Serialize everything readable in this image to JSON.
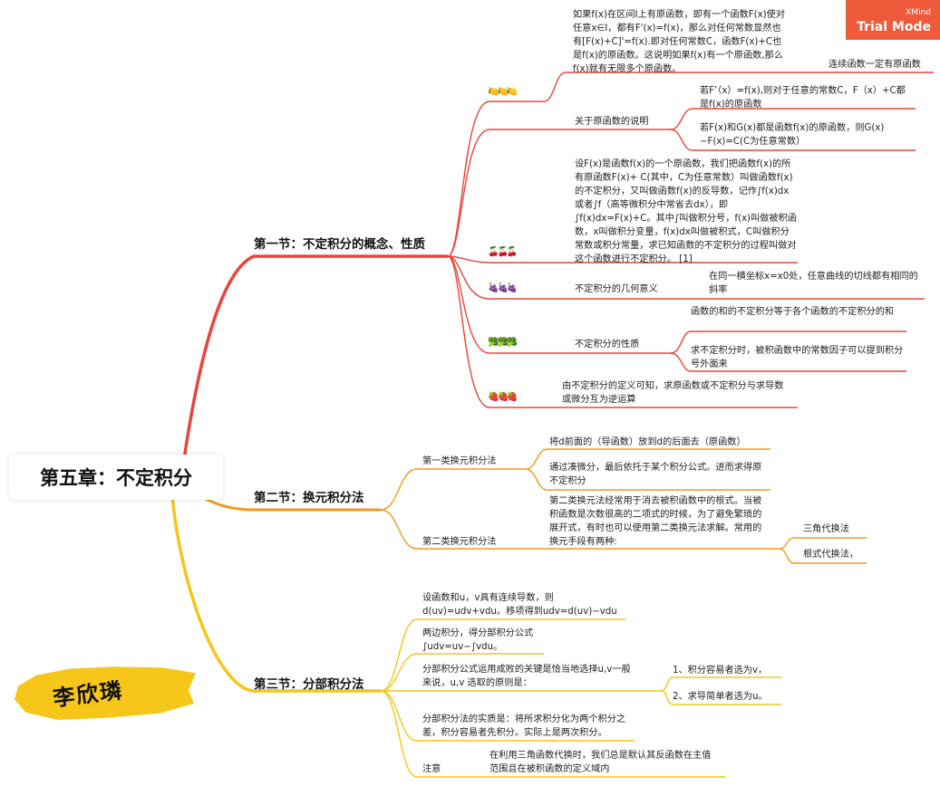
{
  "badge": {
    "brand": "XMind",
    "mode": "Trial Mode"
  },
  "root": "第五章：不定积分",
  "author": "李欣璘",
  "sections": [
    {
      "title": "第一节：不定积分的概念、性质",
      "items": [
        {
          "icon": "🍋🍋🍋",
          "text": "如果f(x)在区间I上有原函数，即有一个函数F(x)使对任意x∈I，都有F'(x)=f(x)，那么对任何常数显然也有[F(x)+C]'=f(x).即对任何常数C，函数F(x)+C也是f(x)的原函数。这说明如果f(x)有一个原函数,那么f(x)就有无限多个原函数。",
          "sub": "连续函数一定有原函数"
        },
        {
          "label": "关于原函数的说明",
          "subs": [
            "若F’（x）=f(x),则对于任意的常数C，F（x）+C都是f(x)的原函数",
            "若F(x)和G(x)都是函数f(x)的原函数，则G(x)−F(x)=C(C为任意常数）"
          ]
        },
        {
          "icon": "🍒🍒🍒",
          "text": " 设F(x)是函数f(x)的一个原函数，我们把函数f(x)的所有原函数F(x)+ C(其中，C为任意常数）叫做函数f(x)的不定积分，又叫做函数f(x)的反导数，记作∫f(x)dx或者∫f（高等微积分中常省去dx），即∫f(x)dx=F(x)+C。其中∫叫做积分号，f(x)叫做被积函数，x叫做积分变量，f(x)dx叫做被积式，C叫做积分常数或积分常量，求已知函数的不定积分的过程叫做对这个函数进行不定积分。 [1]"
        },
        {
          "icon": "🍇🍇🍇",
          "label": "不定积分的几何意义",
          "sub": "在同一横坐标x=x0处，任意曲线的切线都有相同的斜率"
        },
        {
          "icon": "🥦🥦🥦",
          "label": "不定积分的性质",
          "subs": [
            "函数的和的不定积分等于各个函数的不定积分的和",
            "求不定积分时，被积函数中的常数因子可以提到积分号外面来"
          ]
        },
        {
          "icon": "🍓🍓🍓",
          "text": "由不定积分的定义可知，求原函数或不定积分与求导数或微分互为逆运算"
        }
      ]
    },
    {
      "title": "第二节：换元积分法",
      "items": [
        {
          "label": "第一类换元积分法",
          "subs": [
            "将d前面的（导函数）放到d的后面去（原函数）",
            "通过凑微分，最后依托于某个积分公式。进而求得原不定积分"
          ]
        },
        {
          "label": "第二类换元积分法",
          "text": "第二类换元法经常用于消去被积函数中的根式。当被积函数是次数很高的二项式的时候，为了避免繁琐的展开式，有时也可以使用第二类换元法求解。常用的换元手段有两种:",
          "subs": [
            "三角代换法",
            "根式代换法，"
          ]
        }
      ]
    },
    {
      "title": "第三节：分部积分法",
      "items": [
        {
          "text": "设函数和u，v具有连续导数，则d(uv)=udv+vdu。移项得到udv=d(uv)−vdu"
        },
        {
          "text": "两边积分，得分部积分公式∫udv=uv−∫vdu。"
        },
        {
          "text": "分部积分公式运用成败的关键是恰当地选择u,v一般来说，u,v 选取的原则是：",
          "subs": [
            "1、积分容易者选为v，",
            "2、求导简单者选为u。"
          ]
        },
        {
          "text": "分部积分法的实质是：将所求积分化为两个积分之差，积分容易者先积分。实际上是两次积分。"
        },
        {
          "label": "注意",
          "sub": "在利用三角函数代换时，我们总是默认其反函数在主值范围且在被积函数的定义域内"
        }
      ]
    }
  ],
  "colors": {
    "branch1": "#e8453c",
    "branch2": "#f29a1e",
    "branch3": "#f5c518",
    "badge": "#ee5a3a"
  }
}
